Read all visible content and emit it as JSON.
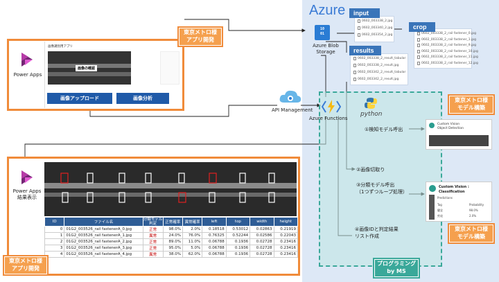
{
  "azure": {
    "title": "Azure"
  },
  "blob": {
    "label_line1": "Azure Blob",
    "label_line2": "Storage"
  },
  "buckets": {
    "input": {
      "label": "input",
      "files": [
        "0602_003338_2.jpg",
        "0602_003340_2.jpg",
        "0602_003354_2.jpg"
      ]
    },
    "results": {
      "label": "results",
      "files": [
        "0602_003338_2_result_tabular",
        "0602_003338_2_result.jpg",
        "0602_003342_2_result_tabular",
        "0602_003342_2_result.jpg"
      ]
    },
    "crop": {
      "label": "crop",
      "files": [
        "0602_003338_2_rail fastener_0.jpg",
        "0602_003338_2_rail fastener_1.jpg",
        "0602_003338_2_rail fastener_9.jpg",
        "0602_003338_2_rail fastener_10.jpg",
        "0602_003338_2_rail fastener_11.jpg",
        "0602_003338_2_rail fastener_12.jpg"
      ]
    }
  },
  "callouts": {
    "top_app": "東京メトロ様\nアプリ開発",
    "bottom_app": "東京メトロ様\nアプリ開発",
    "model1": "東京メトロ様\nモデル構築",
    "model2": "東京メトロ様\nモデル構築",
    "ms": "プログラミング\nby MS"
  },
  "power_apps": {
    "label": "Power Apps",
    "result_label": "Power Apps\n結果表示"
  },
  "app_screen": {
    "header": "画像識別用アプリ",
    "image_label": "画像の確認",
    "upload_button": "画像アップロード",
    "analyze_button": "画像分析"
  },
  "api_management": {
    "label": "API Management"
  },
  "azure_functions": {
    "label": "Azure Functions"
  },
  "python": {
    "label": "python"
  },
  "steps": {
    "step1": "①検知モデル呼出",
    "step2": "②画像切取り",
    "step3_line1": "③分類モデル呼出",
    "step3_line2": "（1つずつループ処理）",
    "step4_line1": "④画像IDと判定結果",
    "step4_line2": "リスト作成"
  },
  "custom_vision": {
    "detection_title": "Custom Vision",
    "detection_sub": "Object Detection",
    "classification_title": "Custom Vision :",
    "classification_sub": "Classification",
    "predictions": "Predictions",
    "tag_header": "Tag",
    "prob_header": "Probability",
    "tag1": "健全",
    "prob1": "98.0%",
    "tag2": "劣化",
    "prob2": "2.0%"
  },
  "table": {
    "headers": [
      "ID",
      "ファイル名",
      "分類モデル\n判定",
      "正常確率",
      "異常確率",
      "left",
      "top",
      "width",
      "height"
    ],
    "rows": [
      [
        "0",
        "01G2_003526_rail fastenerA_0.jpg",
        "正常",
        "98.0%",
        "2.0%",
        "0.18518",
        "0.53012",
        "0.02863",
        "0.21919"
      ],
      [
        "1",
        "01G2_003526_rail fastenerA_1.jpg",
        "異常",
        "24.0%",
        "76.0%",
        "0.76325",
        "0.52244",
        "0.02586",
        "0.22043"
      ],
      [
        "2",
        "01G2_003526_rail fastenerA_2.jpg",
        "正常",
        "89.0%",
        "11.0%",
        "0.06788",
        "0.1936",
        "0.02728",
        "0.23416"
      ],
      [
        "3",
        "01G2_003526_rail fastenerA_3.jpg",
        "正常",
        "95.0%",
        "5.0%",
        "0.06788",
        "0.1936",
        "0.02728",
        "0.23416"
      ],
      [
        "4",
        "01G2_003526_rail fastenerA_4.jpg",
        "異常",
        "38.0%",
        "62.0%",
        "0.06788",
        "0.1936",
        "0.02728",
        "0.23416"
      ]
    ]
  },
  "colors": {
    "orange": "#f08b3a",
    "azure_blue": "#3a7bd5",
    "teal": "#3aa89a",
    "header_blue": "#2f5d96"
  }
}
